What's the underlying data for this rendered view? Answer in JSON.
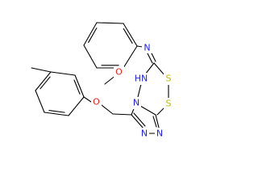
{
  "colors": {
    "bond": "#000000",
    "carbon": "#000000",
    "nitrogen": "#1e1ef0",
    "oxygen": "#e8251e",
    "sulfur": "#bcbc00"
  },
  "atoms": {
    "imine_n": {
      "symbol": "N",
      "element": "nitrogen"
    },
    "methoxy_o": {
      "symbol": "O",
      "element": "oxygen"
    },
    "amine_nh": {
      "symbol": "HN",
      "element": "nitrogen"
    },
    "sulfur_top": {
      "symbol": "S",
      "element": "sulfur"
    },
    "sulfur_bottom": {
      "symbol": "S",
      "element": "sulfur"
    },
    "ring_n_bridge": {
      "symbol": "N",
      "element": "nitrogen"
    },
    "ring_n_lower_left": {
      "symbol": "N",
      "element": "nitrogen"
    },
    "ring_n_lower_right": {
      "symbol": "N",
      "element": "nitrogen"
    },
    "ether_o": {
      "symbol": "O",
      "element": "oxygen"
    }
  }
}
